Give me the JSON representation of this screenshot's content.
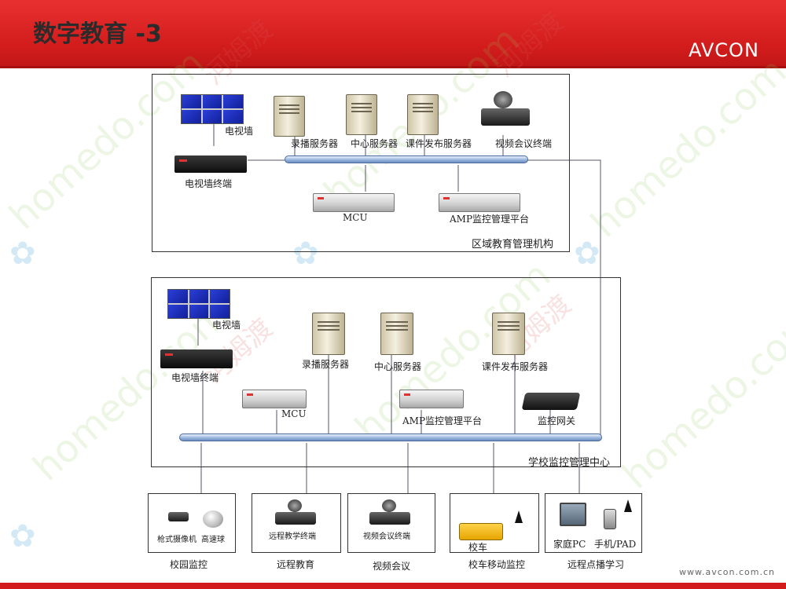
{
  "header": {
    "title": "数字教育 -3",
    "logo": "AVCON"
  },
  "footer": {
    "website": "www.avcon.com.cn"
  },
  "watermark": {
    "text": "homedo.com",
    "cn": "河姆渡"
  },
  "regional": {
    "box_label": "区域教育管理机构",
    "tv_wall": "电视墙",
    "tv_terminal": "电视墙终端",
    "record_server": "录播服务器",
    "center_server": "中心服务器",
    "course_server": "课件发布服务器",
    "video_terminal": "视频会议终端",
    "mcu": "MCU",
    "amp": "AMP监控管理平台"
  },
  "school": {
    "box_label": "学校监控管理中心",
    "tv_wall": "电视墙",
    "tv_terminal": "电视墙终端",
    "record_server": "录播服务器",
    "center_server": "中心服务器",
    "course_server": "课件发布服务器",
    "mcu": "MCU",
    "amp": "AMP监控管理平台",
    "gateway": "监控网关"
  },
  "endpoints": [
    {
      "caption": "校园监控",
      "inner": [
        "枪式摄像机",
        "高速球"
      ]
    },
    {
      "caption": "远程教育",
      "inner": [
        "远程教学终端"
      ]
    },
    {
      "caption": "视频会议",
      "inner": [
        "视频会议终端"
      ]
    },
    {
      "caption": "校车移动监控",
      "inner": [
        "校车"
      ]
    },
    {
      "caption": "远程点播学习",
      "inner": [
        "家庭PC",
        "手机/PAD"
      ]
    }
  ]
}
